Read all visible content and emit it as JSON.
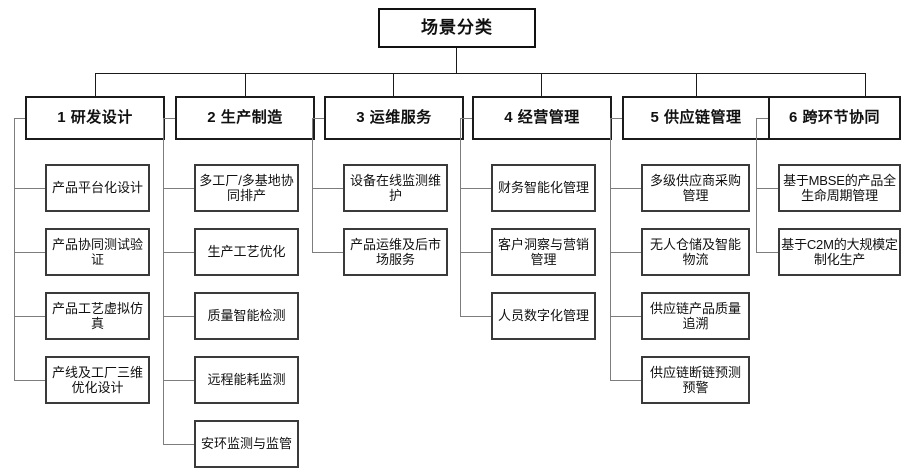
{
  "diagram": {
    "title": "场景分类",
    "type": "org-tree",
    "columns": [
      {
        "index": "1",
        "header": "1 研发设计",
        "children": [
          "产品平台化设计",
          "产品协同测试验证",
          "产品工艺虚拟仿真",
          "产线及工厂三维优化设计"
        ]
      },
      {
        "index": "2",
        "header": "2 生产制造",
        "children": [
          "多工厂/多基地协同排产",
          "生产工艺优化",
          "质量智能检测",
          "远程能耗监测",
          "安环监测与监管"
        ]
      },
      {
        "index": "3",
        "header": "3 运维服务",
        "children": [
          "设备在线监测维护",
          "产品运维及后市场服务"
        ]
      },
      {
        "index": "4",
        "header": "4 经营管理",
        "children": [
          "财务智能化管理",
          "客户洞察与营销管理",
          "人员数字化管理"
        ]
      },
      {
        "index": "5",
        "header": "5 供应链管理",
        "children": [
          "多级供应商采购管理",
          "无人仓储及智能物流",
          "供应链产品质量追溯",
          "供应链断链预测预警"
        ]
      },
      {
        "index": "6",
        "header": "6 跨环节协同",
        "children": [
          "基于MBSE的产品全生命周期管理",
          "基于C2M的大规模定制化生产"
        ]
      }
    ]
  },
  "colors": {
    "box_border": "#1b1b1b",
    "leaf_border": "#3a3a3a",
    "connector": "#7d7d7d",
    "background": "#ffffff",
    "text": "#101010"
  }
}
